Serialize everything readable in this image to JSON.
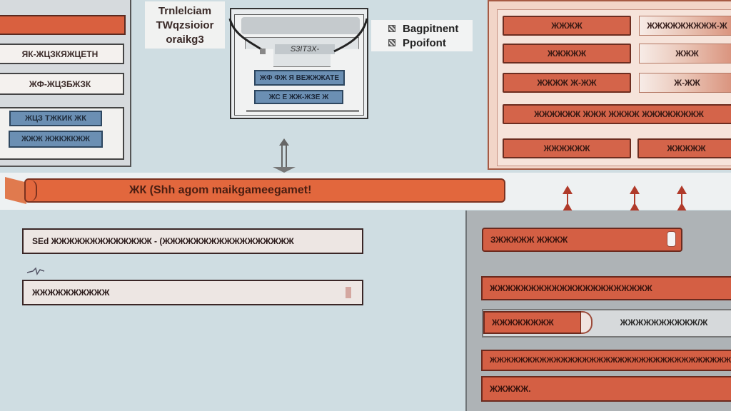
{
  "left_panel": {
    "row1": "ЯК-ЖЦЗКЯЖЦЕТН",
    "row2": "ЖФ-ЖЦЗБЖЗК",
    "blue1": "ЖЦЗ ТЖКИК ЖК",
    "blue2": "ЖЖЖ ЖЖКЖКЖЖ"
  },
  "top_label": {
    "line1": "Trnlelciam",
    "line2": "TWqzsioior",
    "line3": "oraikg3"
  },
  "device": {
    "slot": "S3IT3X-",
    "button1": "ЖФ ФЖ Я ВЕЖЖЖАТЕ",
    "button2": "ЖС Е ЖЖ-ЖЗЕ Ж"
  },
  "legend": {
    "items": [
      {
        "label": "Bagpitnent"
      },
      {
        "label": "Ppoifont"
      }
    ]
  },
  "right_table": {
    "r1a": "ЖЖЖЖ",
    "r1b": "ЖЖЖЖЖЖЖЖЖ-Ж",
    "r2a": "ЖЖЖЖЖ",
    "r2b": "ЖЖЖ",
    "r3a": "ЖЖЖЖ Ж-ЖЖ",
    "r3b": "Ж-ЖЖ",
    "r4": "ЖЖЖЖЖЖ ЖЖЖ ЖЖЖЖ ЖЖЖЖЖЖЖЖ",
    "r5a": "ЖЖЖЖЖЖ",
    "r5b": "ЖЖЖЖЖ"
  },
  "main_bar": {
    "label": "ЖК (Shh agom maikgameegamet!"
  },
  "lower_left": {
    "box1": "SEd ЖЖЖЖЖЖЖЖЖЖЖЖЖ - (ЖЖЖЖЖЖЖЖЖЖЖЖЖЖЖЖЖ",
    "box2": "ЖЖЖЖЖЖЖЖЖЖ"
  },
  "lower_right": {
    "row1": "ЗЖЖЖЖЖ ЖЖЖЖ",
    "row2": "ЖЖЖЖЖЖЖЖЖЖЖЖЖЖЖЖЖЖЖЖЖ",
    "row3a": "ЖЖЖЖЖЖЖЖ",
    "row3b": "ЖЖЖЖЖЖЖЖЖЖ/Ж",
    "row4": "ЖЖЖЖЖЖЖЖЖЖЖЖЖЖЖЖЖЖЖЖЖЖЖЖЖЖЖЖЖЖЖЖЖЖЖ ЖЖЖЖЖЖЖ",
    "row5": "ЖЖЖЖЖ."
  },
  "colors": {
    "accent_orange": "#e2673d",
    "table_red": "#d4644a",
    "blue_button": "#6b8fb3",
    "background": "#cfdde2"
  }
}
